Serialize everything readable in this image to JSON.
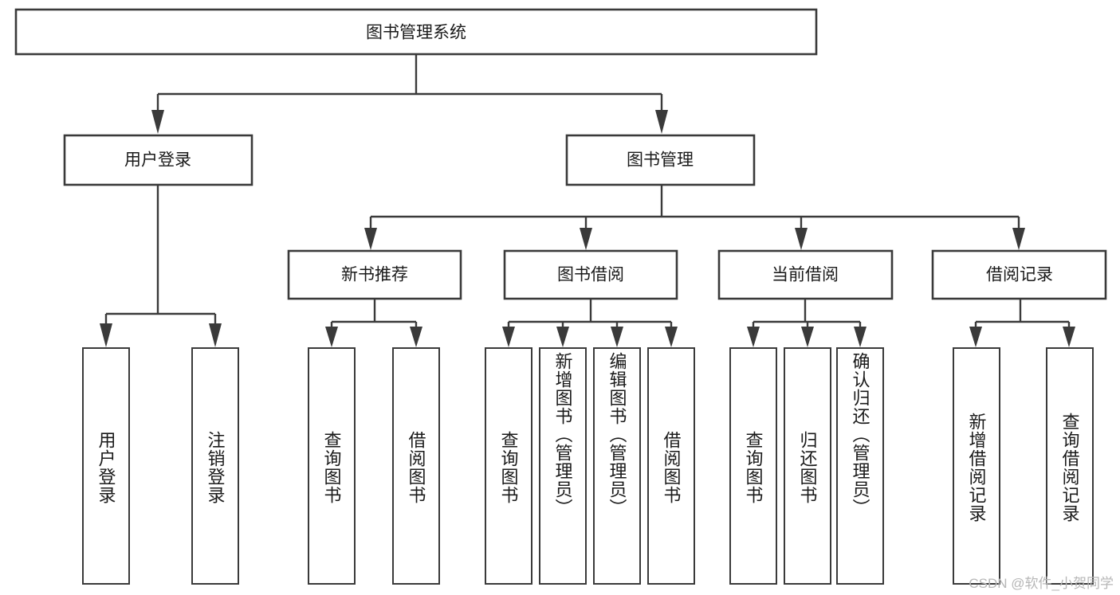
{
  "diagram": {
    "title": "图书管理系统",
    "type": "tree",
    "root": {
      "label": "图书管理系统"
    },
    "level2": [
      {
        "label": "用户登录"
      },
      {
        "label": "图书管理"
      }
    ],
    "level3": [
      {
        "label": "新书推荐",
        "parent": "图书管理"
      },
      {
        "label": "图书借阅",
        "parent": "图书管理"
      },
      {
        "label": "当前借阅",
        "parent": "图书管理"
      },
      {
        "label": "借阅记录",
        "parent": "图书管理"
      }
    ],
    "leaves": {
      "user_login": [
        {
          "label": "用户登录"
        },
        {
          "label": "注销登录"
        }
      ],
      "new_book_recommend": [
        {
          "label": "查询图书"
        },
        {
          "label": "借阅图书"
        }
      ],
      "book_borrow": [
        {
          "label": "查询图书"
        },
        {
          "label": "新增图书（管理员）"
        },
        {
          "label": "编辑图书（管理员）"
        },
        {
          "label": "借阅图书"
        }
      ],
      "current_borrow": [
        {
          "label": "查询图书"
        },
        {
          "label": "归还图书"
        },
        {
          "label": "确认归还（管理员）"
        }
      ],
      "borrow_records": [
        {
          "label": "新增借阅记录"
        },
        {
          "label": "查询借阅记录"
        }
      ]
    }
  },
  "watermark": {
    "text": "CSDN @软件_小贺同学"
  },
  "colors": {
    "stroke": "#3a3a3a",
    "fill": "#ffffff",
    "text": "#1a1a1a",
    "watermark": "#b7b7b7"
  }
}
